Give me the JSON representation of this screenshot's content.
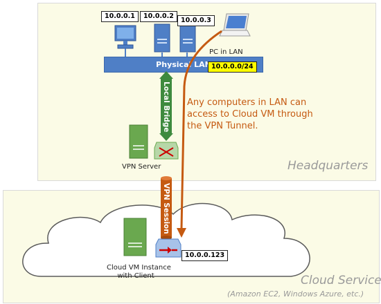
{
  "zones": {
    "headquarters": "Headquarters",
    "cloud_service": "Cloud Service",
    "cloud_providers": "(Amazon EC2, Windows Azure, etc.)"
  },
  "ip_labels": {
    "pc1": "10.0.0.1",
    "server2": "10.0.0.2",
    "server3": "10.0.0.3",
    "subnet": "10.0.0.0/24",
    "cloud_vm": "10.0.0.123"
  },
  "lan": {
    "bar_label": "Physical LAN",
    "laptop_caption": "PC in LAN"
  },
  "links": {
    "local_bridge": "Local Bridge",
    "vpn_session": "VPN Session"
  },
  "nodes": {
    "vpn_server": "VPN Server",
    "cloud_vm_line1": "Cloud VM Instance",
    "cloud_vm_line2": "with Client"
  },
  "note": "Any computers in LAN can access to Cloud VM through the VPN Tunnel.",
  "colors": {
    "zone_fill": "#fbfbe6",
    "lan_bar": "#4f7fc6",
    "local_bridge": "#3e8a3e",
    "vpn_session": "#c55a11",
    "server_green": "#6aa84f",
    "subnet_highlight": "#ffff00"
  },
  "icons": [
    "desktop-pc-icon",
    "server-icon",
    "laptop-icon",
    "vpn-router-icon",
    "cloud-icon"
  ]
}
